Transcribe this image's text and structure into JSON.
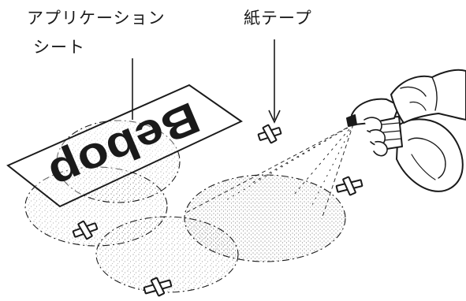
{
  "labels": {
    "application_sheet_line1": "アプリケーション",
    "application_sheet_line2": "シート",
    "paper_tape": "紙テープ"
  },
  "sheet": {
    "text": "Bebop"
  },
  "colors": {
    "ink": "#1a1a1a",
    "background": "#ffffff"
  }
}
